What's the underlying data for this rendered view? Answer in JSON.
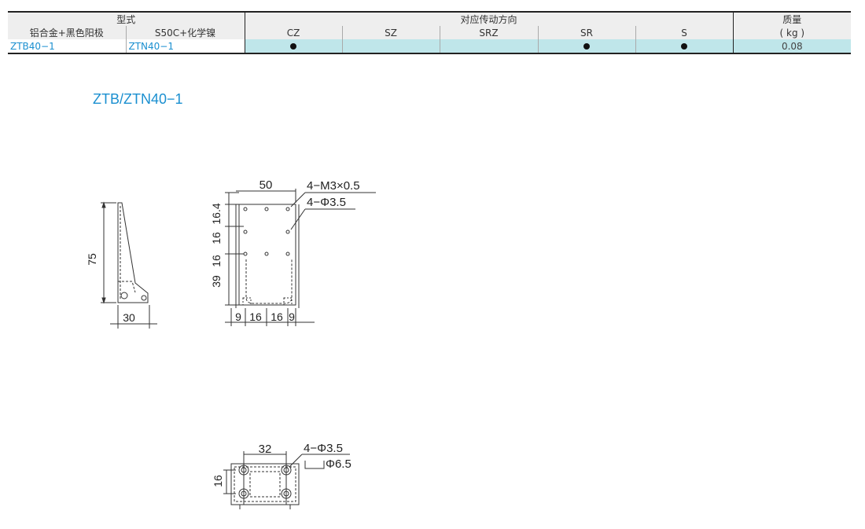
{
  "table": {
    "header": {
      "model": "型式",
      "direction": "对应传动方向",
      "mass": "质量",
      "mass_unit": "( kg )",
      "material_a": "铝合金+黑色阳极",
      "material_b": "S50C+化学镍",
      "directions": [
        "CZ",
        "SZ",
        "SRZ",
        "SR",
        "S"
      ]
    },
    "row": {
      "part_a": "ZTB40−1",
      "part_b": "ZTN40−1",
      "marks": [
        true,
        false,
        false,
        true,
        true
      ],
      "mass": "0.08"
    }
  },
  "subtitle": "ZTB/ZTN40−1",
  "drawing1": {
    "dim_height": "75",
    "dim_depth": "30",
    "dim_width": "50",
    "dim_v1": "16.4",
    "dim_v2": "16",
    "dim_v3": "16",
    "dim_v4": "39",
    "dim_h1": "9",
    "dim_h2": "16",
    "dim_h3": "16",
    "dim_h4": "9",
    "note_thread": "4−M3×0.5",
    "note_hole": "4−Φ3.5"
  },
  "drawing2": {
    "dim_width": "32",
    "dim_height": "16",
    "note_hole": "4−Φ3.5",
    "note_cbore": "Φ6.5"
  }
}
